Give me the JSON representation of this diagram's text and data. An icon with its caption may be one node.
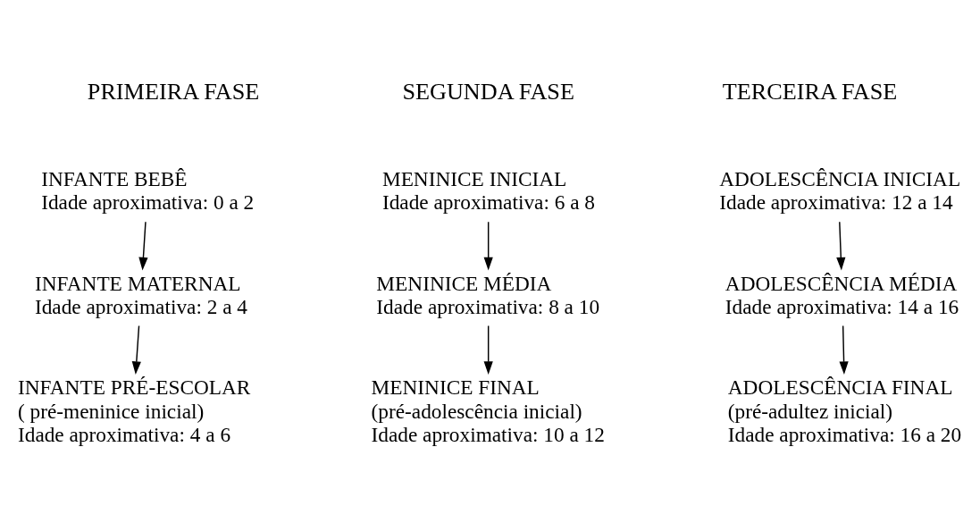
{
  "diagram": {
    "nodes": [
      {
        "text": [
          "INFANTE BEBÊ",
          "Idade aproximativa: 0 a 2"
        ]
      },
      {
        "text": [
          "INFANTE MATERNAL",
          "Idade aproximativa: 2 a 4"
        ]
      },
      {
        "text": [
          "INFANTE PRÉ-ESCOLAR",
          "( pré-meninice inicial)",
          "Idade aproximativa: 4 a 6"
        ]
      },
      {
        "text": [
          "MENINICE INICIAL",
          "Idade aproximativa: 6 a 8"
        ]
      },
      {
        "text": [
          "MENINICE MÉDIA",
          "Idade aproximativa: 8 a 10"
        ]
      },
      {
        "text": [
          "MENINICE FINAL",
          "(pré-adolescência inicial)",
          "Idade aproximativa: 10 a 12"
        ]
      },
      {
        "text": [
          "ADOLESCÊNCIA INICIAL",
          "Idade aproximativa: 12 a 14"
        ]
      },
      {
        "text": [
          "ADOLESCÊNCIA MÉDIA",
          "Idade aproximativa: 14 a 16"
        ]
      },
      {
        "text": [
          "ADOLESCÊNCIA FINAL",
          "(pré-adultez inicial)",
          "Idade aproximativa: 16 a 20"
        ]
      }
    ],
    "edges": [
      {
        "from": 0,
        "to": 1,
        "arrow": "to"
      },
      {
        "from": 1,
        "to": 2,
        "arrow": "to"
      },
      {
        "from": 3,
        "to": 4,
        "arrow": "to"
      },
      {
        "from": 4,
        "to": 5,
        "arrow": "to"
      },
      {
        "from": 6,
        "to": 7,
        "arrow": "to"
      },
      {
        "from": 7,
        "to": 8,
        "arrow": "to"
      }
    ],
    "labels": [
      "PRIMEIRA FASE",
      "SEGUNDA FASE",
      "TERCEIRA FASE"
    ]
  }
}
